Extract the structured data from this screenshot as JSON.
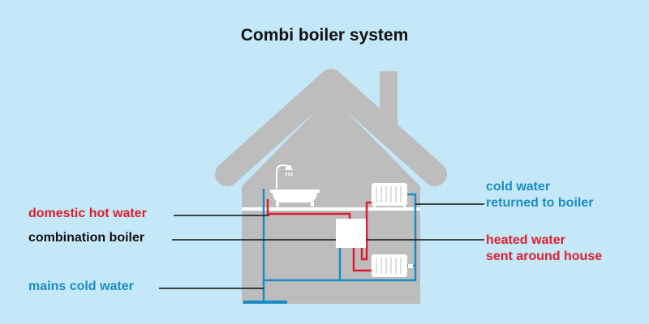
{
  "title": "Combi boiler system",
  "labels": {
    "domestic_hot_water": "domestic hot water",
    "combination_boiler": "combination boiler",
    "mains_cold_water": "mains cold water",
    "cold_water_returned_line1": "cold water",
    "cold_water_returned_line2": "returned to boiler",
    "heated_water_line1": "heated water",
    "heated_water_line2": "sent around house"
  },
  "colors": {
    "background": "#c4e8f7",
    "house": "#bdbdbd",
    "hot_water": "#dd1d2f",
    "cold_water": "#1a8cc4",
    "text_dark": "#111111"
  }
}
